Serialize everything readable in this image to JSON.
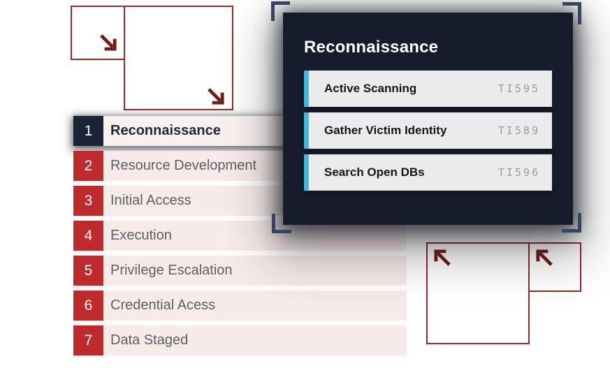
{
  "kill_chain": {
    "steps": [
      {
        "number": "1",
        "label": "Reconnaissance",
        "active": true
      },
      {
        "number": "2",
        "label": "Resource Development",
        "active": false
      },
      {
        "number": "3",
        "label": "Initial Access",
        "active": false
      },
      {
        "number": "4",
        "label": "Execution",
        "active": false
      },
      {
        "number": "5",
        "label": "Privilege Escalation",
        "active": false
      },
      {
        "number": "6",
        "label": "Credential Acess",
        "active": false
      },
      {
        "number": "7",
        "label": "Data Staged",
        "active": false
      }
    ]
  },
  "popup": {
    "title": "Reconnaissance",
    "items": [
      {
        "label": "Active Scanning",
        "code": "TI595"
      },
      {
        "label": "Gather Victim Identity",
        "code": "TI589"
      },
      {
        "label": "Search Open DBs",
        "code": "TI596"
      }
    ]
  },
  "decorations": {
    "top_left_arrow_icon": "arrow-down-right",
    "bottom_right_arrow_icon": "arrow-up-left",
    "corner_brackets": [
      "top-left",
      "top-right",
      "bottom-left",
      "bottom-right"
    ]
  },
  "colors": {
    "page_bg": "#ffffff",
    "navy_number_bg": "#1b2337",
    "red": "#bf2a2c",
    "row_pink": "#f7ebe9",
    "row_pink_active": "#f9f1ef",
    "row_text": "#5c5f66",
    "row_text_active": "#202839",
    "popup_bg": "#161c2b",
    "popup_title": "#ffffff",
    "item_bg": "#ebebeb",
    "item_text": "#14161f",
    "item_code": "#9b9b9b",
    "cyan": "#38bdea",
    "deco_border_red": "#93292a",
    "deco_arrow_red": "#6e1d1b",
    "bracket_navy": "#364362"
  }
}
